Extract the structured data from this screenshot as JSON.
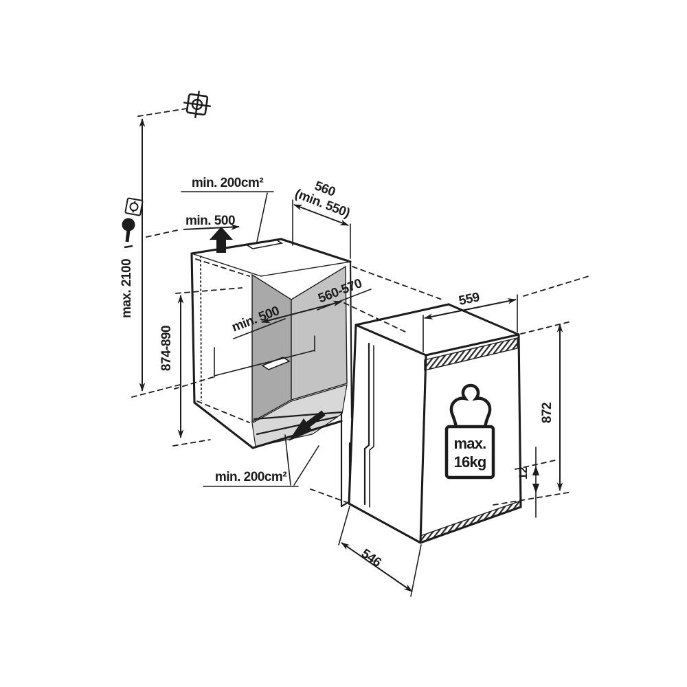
{
  "diagram": {
    "type": "installation-dimension-diagram",
    "subject": "built-in refrigerator niche with appliance",
    "colors": {
      "line": "#1c1c1c",
      "background": "#ffffff",
      "niche_left_wall": "#a9a9a9",
      "niche_back_wall": "#c3c3c3",
      "niche_floor": "#d8d8d8"
    },
    "labels": {
      "top_vent_area": "min. 200cm²",
      "top_duct": "min. 500",
      "niche_depth_1": "560",
      "niche_depth_2": "(min. 550)",
      "socket_height": "max. 2100",
      "niche_height": "874-890",
      "niche_width": "560-570",
      "inner_duct": "min. 500",
      "bottom_vent_area": "min. 200cm²",
      "appliance_width": "559",
      "appliance_height": "872",
      "appliance_depth": "546",
      "base_gap": "12"
    },
    "door_weight": {
      "line1": "max.",
      "line2": "16kg"
    },
    "icons": [
      "socket-position-icon",
      "socket-outlet-icon",
      "power-plug-icon",
      "airflow-top-arrow",
      "airflow-bottom-arrow",
      "door-weight-icon",
      "ventilation-grille"
    ]
  }
}
